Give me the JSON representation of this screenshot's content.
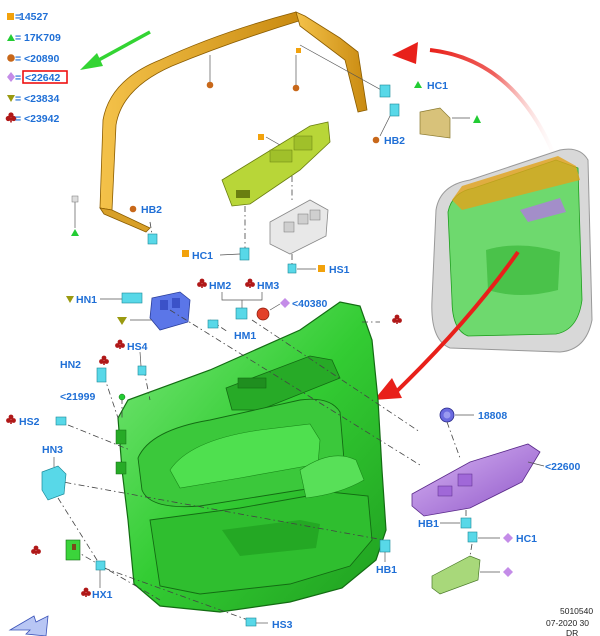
{
  "legend": [
    {
      "symbol": "square",
      "color": "#f2a20c",
      "code": "14527"
    },
    {
      "symbol": "triangle",
      "color": "#22cc33",
      "code": "17K709"
    },
    {
      "symbol": "circle",
      "color": "#c8681a",
      "code": "<20890"
    },
    {
      "symbol": "diamond",
      "color": "#c48ce8",
      "code": "<22642",
      "highlighted": true
    },
    {
      "symbol": "triangle-down",
      "color": "#9a9a10",
      "code": "<23834"
    },
    {
      "symbol": "club",
      "color": "#b01818",
      "code": "<23942"
    }
  ],
  "callouts": {
    "hc1_top": "HC1",
    "hb2_right": "HB2",
    "hb2_left": "HB2",
    "hc1_mid": "HC1",
    "hs1": "HS1",
    "hn1": "HN1",
    "hm2": "HM2",
    "hm3": "HM3",
    "c40380": "<40380",
    "hm1": "HM1",
    "hn2": "HN2",
    "hs4": "HS4",
    "c21999": "<21999",
    "hs2": "HS2",
    "hn3": "HN3",
    "c18808": "18808",
    "c22600": "<22600",
    "hb1_a": "HB1",
    "hc1_b": "HC1",
    "hb1_b": "HB1",
    "hx1": "HX1",
    "hs3": "HS3"
  },
  "footer": {
    "ref": "5010540",
    "date": "07-2020 30",
    "code": "DR"
  },
  "colors": {
    "label": "#1f6fd6",
    "trim_green": "#3bd43b",
    "frame_orange": "#e2a21a",
    "switch_purple": "#b07ae0",
    "arrow_red": "#e8201a",
    "arrow_green": "#33d433"
  }
}
